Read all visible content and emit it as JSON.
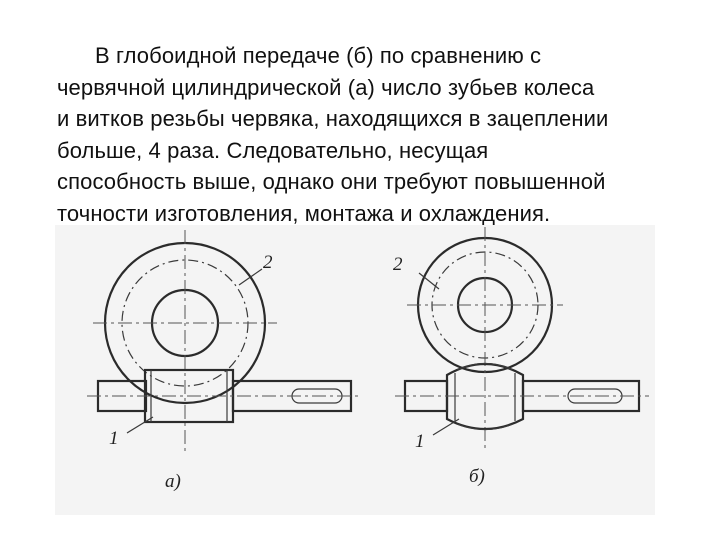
{
  "text": {
    "lines": [
      "В глобоидной передаче (б)  по сравнению с",
      "червячной цилиндрической (а)  число зубьев колеса",
      "и витков резьбы червяка, находящихся в зацеплении",
      "больше,  4 раза. Следовательно, несущая",
      "способность выше, однако они требуют повышенной",
      "точности изготовления, монтажа и охлаждения."
    ]
  },
  "figure": {
    "left": {
      "caption": "а)",
      "wheel_label": "2",
      "worm_label": "1"
    },
    "right": {
      "caption": "б)",
      "wheel_label": "2",
      "worm_label": "1"
    }
  }
}
